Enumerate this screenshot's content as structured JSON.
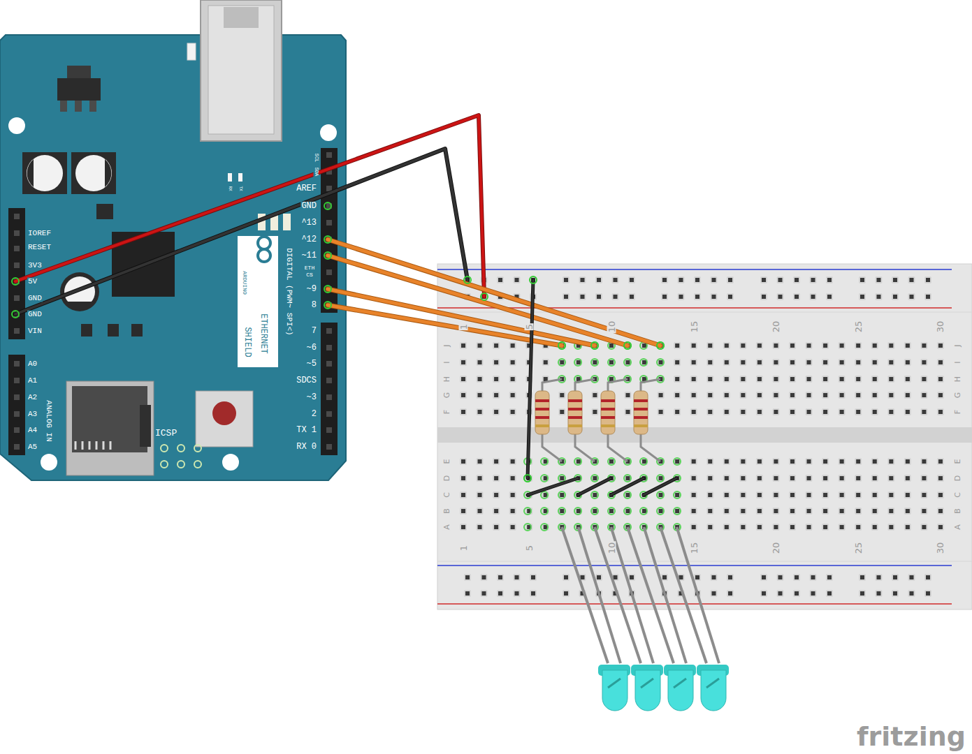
{
  "diagram": {
    "labels": [
      "SCL",
      "SDA",
      "AREF",
      "GND",
      "^13",
      "^12",
      "~11",
      "ETH",
      "CS",
      "~9",
      "8",
      "7",
      "~6",
      "~5",
      "SDCS",
      "~3",
      "2",
      "TX 1",
      "RX 0",
      "DIGITAL (PWM~ SPI<)",
      "ARDUINO",
      "ETHERNET",
      "SHIELD",
      "IOREF",
      "RESET",
      "3V3",
      "5V",
      "GND",
      "GND",
      "VIN",
      "A0",
      "A1",
      "A2",
      "A3",
      "A4",
      "A5",
      "ANALOG IN",
      "ICSP",
      "RX",
      "TX",
      "1",
      "5",
      "10",
      "15",
      "20",
      "25",
      "30",
      "1",
      "5",
      "10",
      "15",
      "20",
      "25",
      "30",
      "J",
      "I",
      "H",
      "G",
      "F",
      "E",
      "D",
      "C",
      "B",
      "A",
      "J",
      "I",
      "H",
      "G",
      "F",
      "E",
      "D",
      "C",
      "B",
      "A",
      "fritzing"
    ]
  }
}
